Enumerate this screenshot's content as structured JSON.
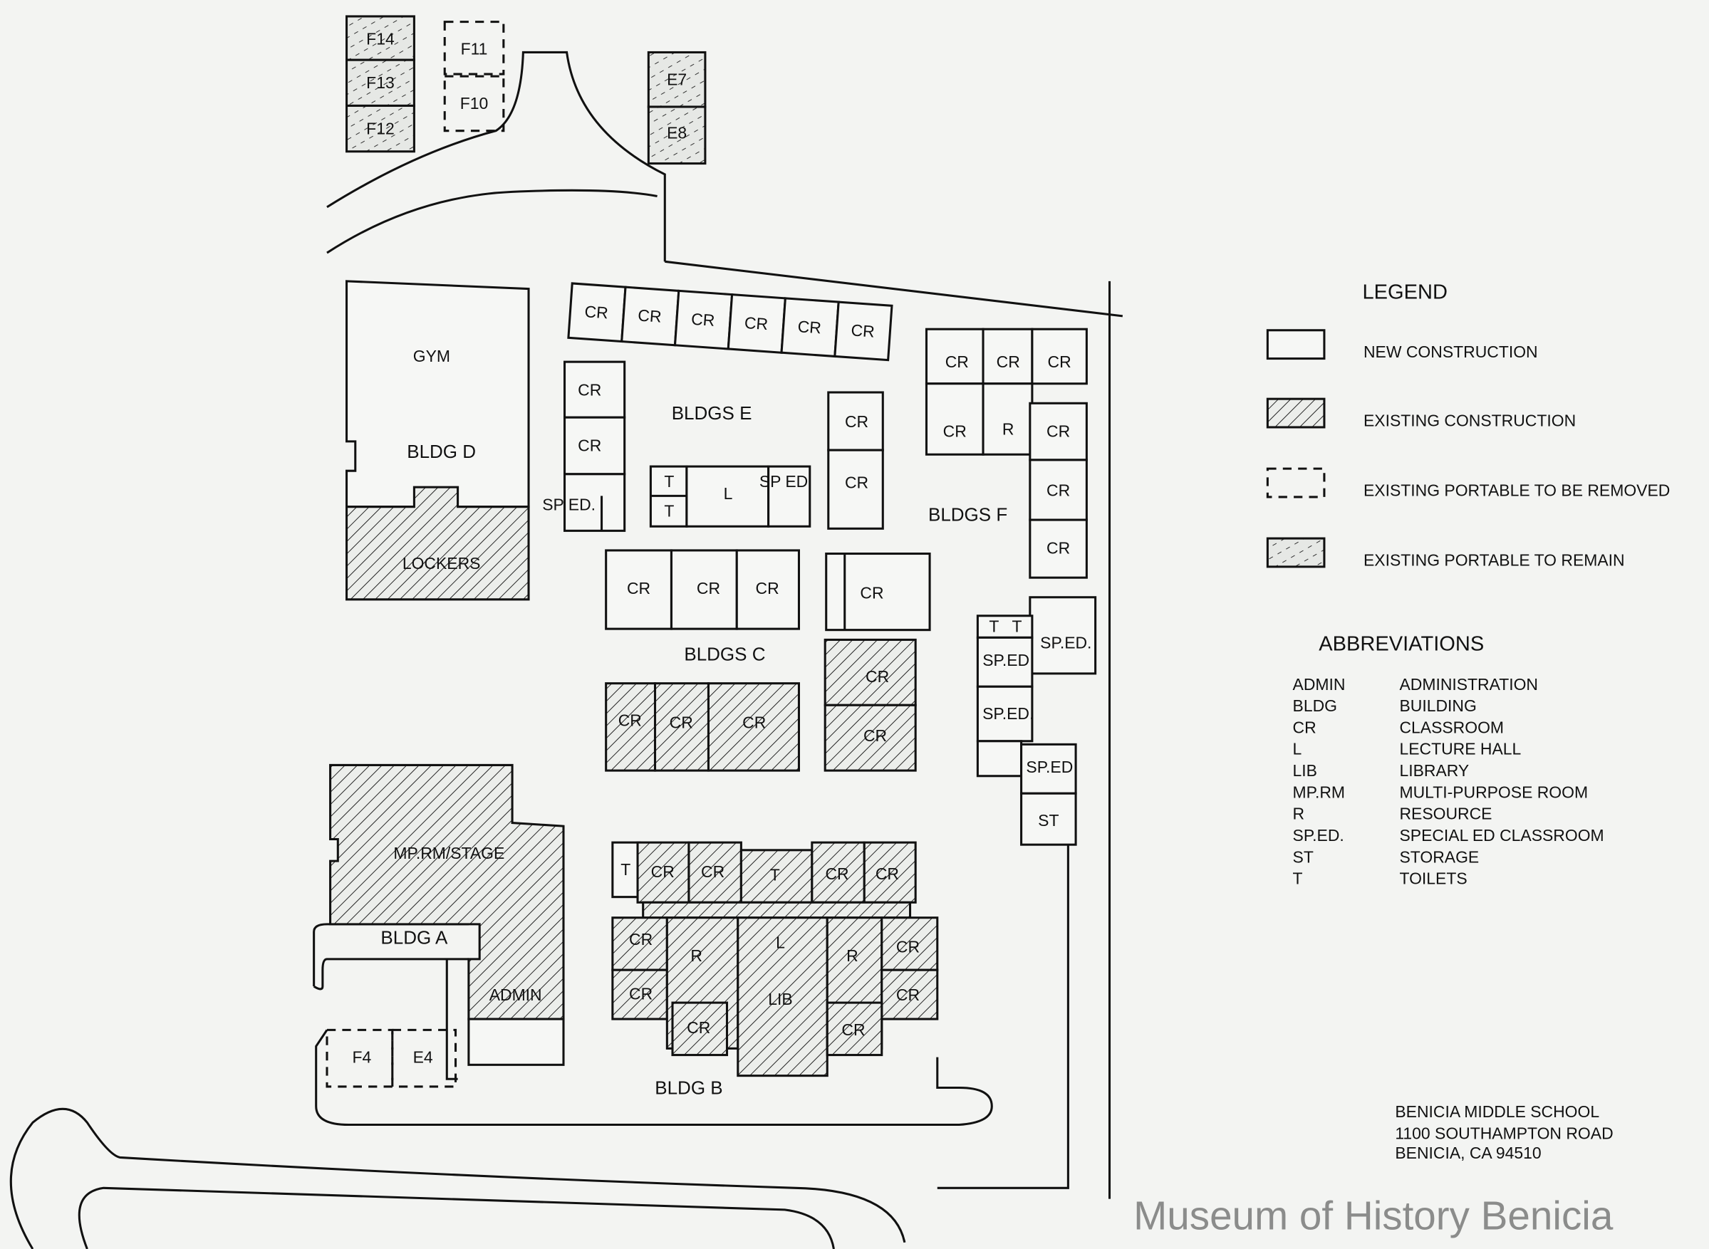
{
  "portables": {
    "f14": "F14",
    "f13": "F13",
    "f12": "F12",
    "f11": "F11",
    "f10": "F10",
    "e7": "E7",
    "e8": "E8",
    "f4": "F4",
    "e4": "E4"
  },
  "buildings": {
    "gym": "GYM",
    "bldg_d": "BLDG D",
    "lockers": "LOCKERS",
    "bldgs_e": "BLDGS E",
    "bldgs_f": "BLDGS F",
    "bldgs_c": "BLDGS C",
    "mp_rm": "MP.RM/STAGE",
    "bldg_a": "BLDG A",
    "admin": "ADMIN",
    "bldg_b": "BLDG B"
  },
  "rooms": {
    "cr": "CR",
    "t": "T",
    "l": "L",
    "lib": "LIB",
    "r": "R",
    "sp_ed_left": "SP ED.",
    "sp_ed_short": "SP ED",
    "sp_ed": "SP.ED",
    "sp_ed_dot": "SP.ED.",
    "st": "ST"
  },
  "legend": {
    "title": "LEGEND",
    "items": [
      "NEW CONSTRUCTION",
      "EXISTING CONSTRUCTION",
      "EXISTING PORTABLE TO BE REMOVED",
      "EXISTING PORTABLE TO REMAIN"
    ]
  },
  "abbreviations": {
    "title": "ABBREVIATIONS",
    "items": [
      {
        "abbr": "ADMIN",
        "meaning": "ADMINISTRATION"
      },
      {
        "abbr": "BLDG",
        "meaning": "BUILDING"
      },
      {
        "abbr": "CR",
        "meaning": "CLASSROOM"
      },
      {
        "abbr": "L",
        "meaning": "LECTURE HALL"
      },
      {
        "abbr": "LIB",
        "meaning": "LIBRARY"
      },
      {
        "abbr": "MP.RM",
        "meaning": "MULTI-PURPOSE ROOM"
      },
      {
        "abbr": "R",
        "meaning": "RESOURCE"
      },
      {
        "abbr": "SP.ED.",
        "meaning": "SPECIAL ED CLASSROOM"
      },
      {
        "abbr": "ST",
        "meaning": "STORAGE"
      },
      {
        "abbr": "T",
        "meaning": "TOILETS"
      }
    ]
  },
  "address": [
    "BENICIA MIDDLE SCHOOL",
    "1100 SOUTHAMPTON ROAD",
    "BENICIA, CA 94510"
  ],
  "watermark": "Museum of History Benicia"
}
